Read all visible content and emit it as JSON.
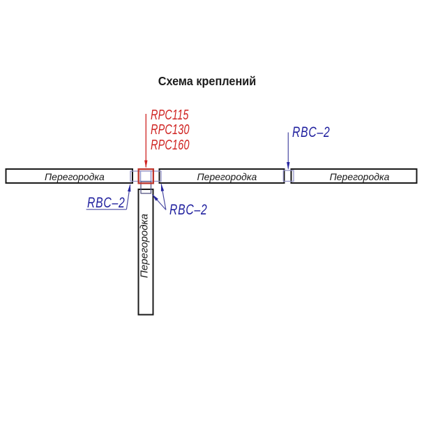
{
  "title": "Схема креплений",
  "colors": {
    "line": "#1a1a1a",
    "red": "#bd352c",
    "red_text": "#cf2321",
    "blue_text": "#1f1f9e",
    "leader": "#4a4aa2",
    "arrow": "#2828a0",
    "bracket": "#9595c8",
    "bracket_dark": "#565684"
  },
  "labels": {
    "rpc": {
      "lines": [
        "RPC115",
        "RPC130",
        "RPC160"
      ]
    },
    "rbc_right": "RBC–2",
    "rbc_left": "RBC–2",
    "rbc_bottom": "RBC–2"
  },
  "partitions": {
    "left": "Перегородка",
    "middle": "Перегородка",
    "right": "Перегородка",
    "vertical": "Перегородка"
  }
}
